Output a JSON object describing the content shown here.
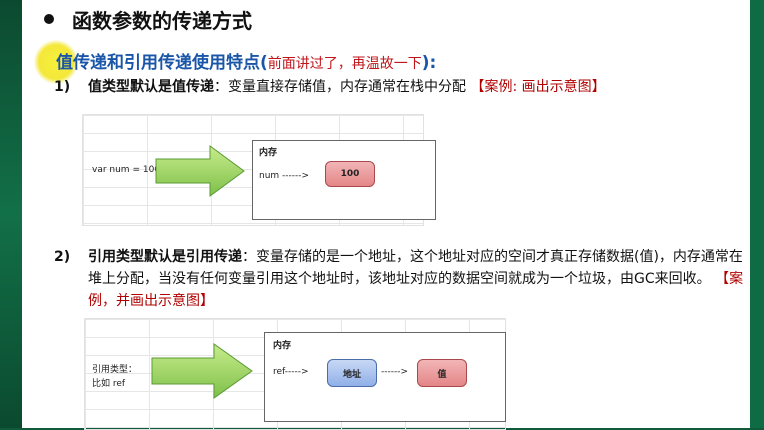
{
  "title": "函数参数的传递方式",
  "subtitle": {
    "main": "值传递和引用传递使用特点(",
    "note": "前面讲过了，再温故一下",
    "end": "):"
  },
  "item1": {
    "num": "1)",
    "bold": "值类型默认是值传递",
    "text": "：变量直接存储值，内存通常在栈中分配",
    "case": "【案例: 画出示意图】"
  },
  "diagram1": {
    "var_label": "var num = 100",
    "mem_label": "内存",
    "ref_label": "num ------>",
    "value": "100"
  },
  "item2": {
    "num": "2)",
    "bold": "引用类型默认是引用传递",
    "text": "：变量存储的是一个地址，这个地址对应的空间才真正存储数据(值)，内存通常在堆上分配，当没有任何变量引用这个地址时，该地址对应的数据空间就成为一个垃圾，由GC来回收。",
    "case": "【案例，并画出示意图】"
  },
  "diagram2": {
    "type_label": "引用类型：",
    "example_label": "比如 ref",
    "mem_label": "内存",
    "ref_label": "ref----->",
    "addr": "地址",
    "arrow_label": "------>",
    "value": "值"
  }
}
